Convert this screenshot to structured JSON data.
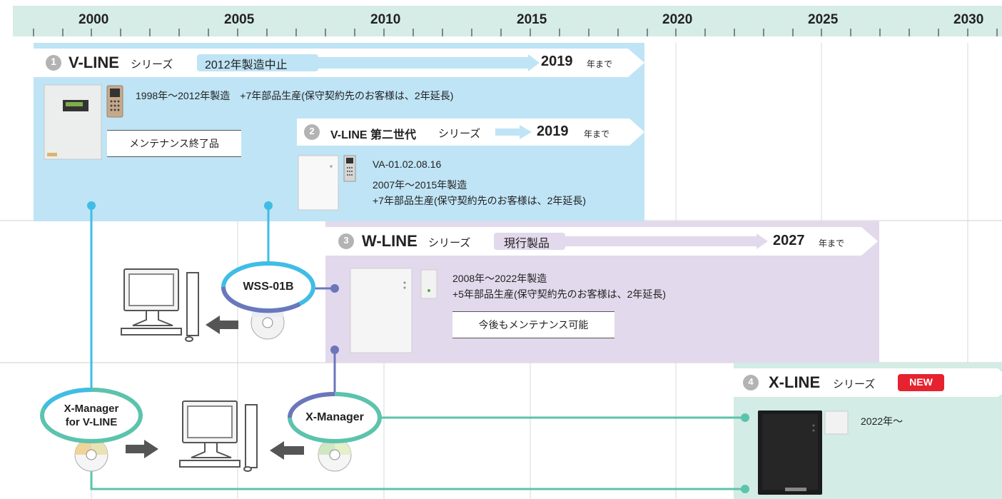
{
  "timeline": {
    "years": [
      "2000",
      "2005",
      "2010",
      "2015",
      "2020",
      "2025",
      "2030"
    ],
    "colors": {
      "bar": "#d6ece6",
      "vline": "#bfe4f5",
      "wline": "#e2d9ec",
      "xline": "#d3ece5",
      "tick": "#444444"
    }
  },
  "vline": {
    "number": "1",
    "name": "V-LINE",
    "series": "シリーズ",
    "status": "2012年製造中止",
    "end_year": "2019",
    "end_suffix": "年まで",
    "desc": "1998年～2012年製造　+7年部品生産(保守契約先のお客様は、2年延長)",
    "badge": "メンテナンス終了品"
  },
  "vline2": {
    "number": "2",
    "name": "V-LINE 第二世代",
    "series": "シリーズ",
    "end_year": "2019",
    "end_suffix": "年まで",
    "model": "VA-01.02.08.16",
    "desc1": "2007年～2015年製造",
    "desc2": "+7年部品生産(保守契約先のお客様は、2年延長)"
  },
  "wline": {
    "number": "3",
    "name": "W-LINE",
    "series": "シリーズ",
    "status": "現行製品",
    "end_year": "2027",
    "end_suffix": "年まで",
    "desc1": "2008年～2022年製造",
    "desc2": "+5年部品生産(保守契約先のお客様は、2年延長)",
    "badge": "今後もメンテナンス可能"
  },
  "xline": {
    "number": "4",
    "name": "X-LINE",
    "series": "シリーズ",
    "new_badge": "NEW",
    "desc": "2022年～"
  },
  "software": {
    "wss": "WSS-01B",
    "xmanager": "X-Manager",
    "xmanager_v_line1": "X-Manager",
    "xmanager_v_line2": "for V-LINE"
  }
}
